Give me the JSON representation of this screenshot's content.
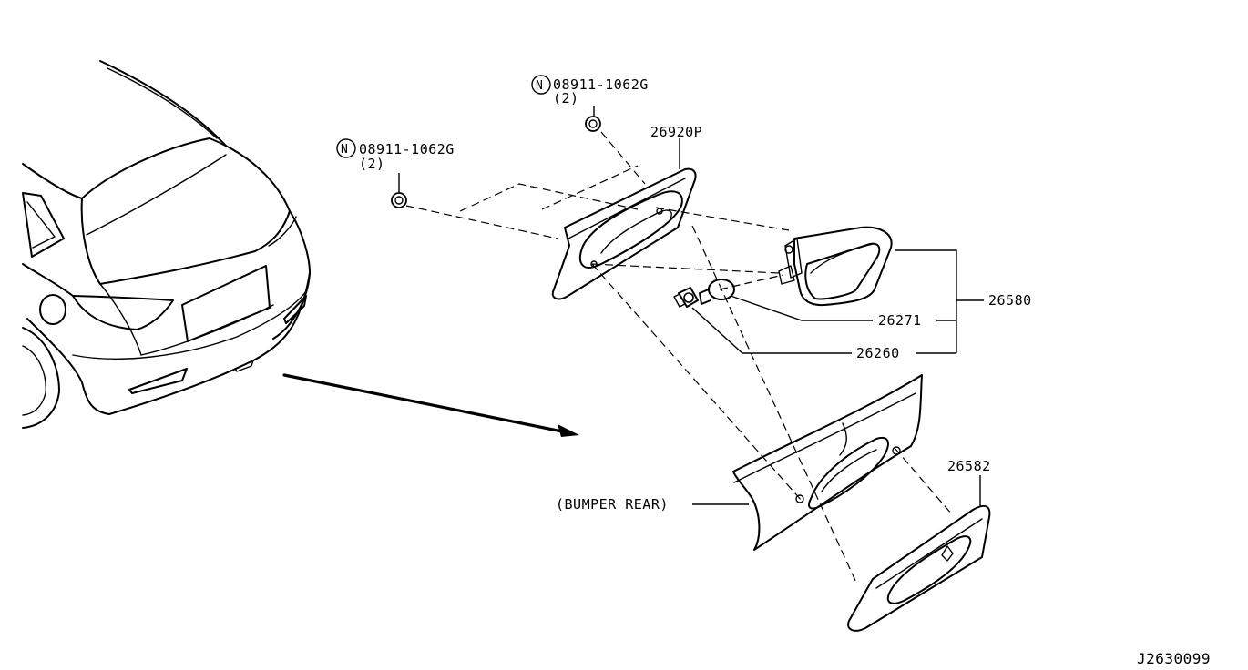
{
  "labels": {
    "nut_left_part": "08911-1062G",
    "nut_left_qty": "(2)",
    "nut_top_part": "08911-1062G",
    "nut_top_qty": "(2)",
    "nut_symbol": "N",
    "bracket": "26920P",
    "lamp_assembly": "26580",
    "bulb": "26271",
    "socket": "26260",
    "bumper": "(BUMPER REAR)",
    "finisher": "26582",
    "diagram_id": "J2630099"
  }
}
